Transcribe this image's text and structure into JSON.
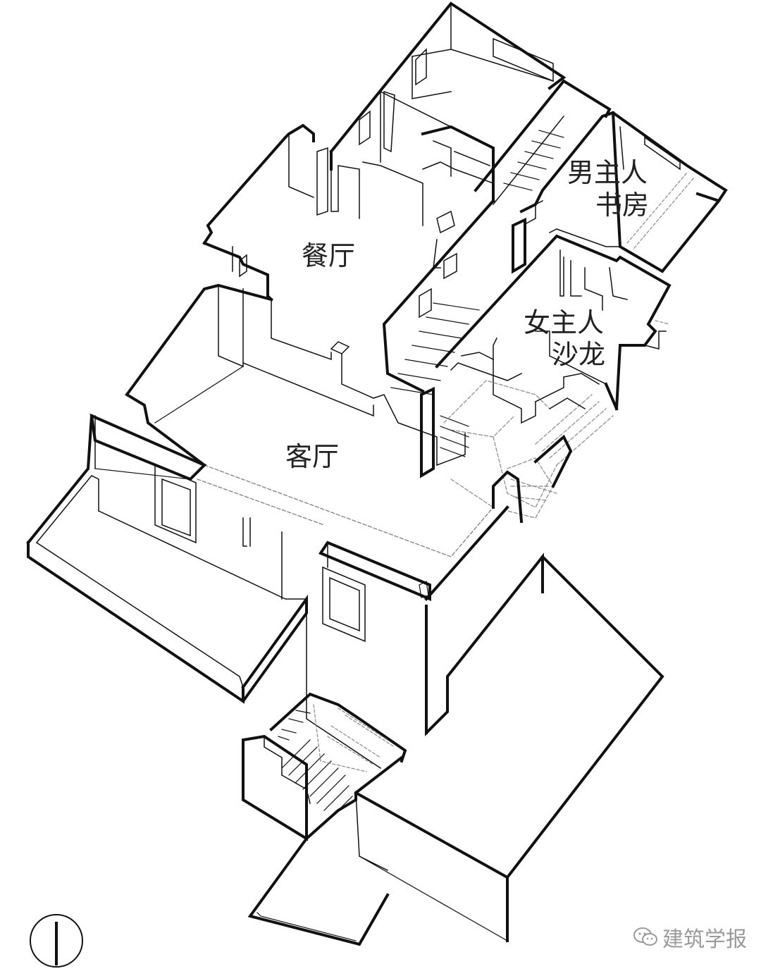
{
  "rooms": {
    "dining": "餐厅",
    "living": "客厅",
    "study_line1": "男主人",
    "study_line2": "书房",
    "salon_line1": "女主人",
    "salon_line2": "沙龙"
  },
  "watermark": {
    "text": "建筑学报",
    "icon": "wechat-icon"
  },
  "north_arrow": {
    "icon": "north-arrow-icon"
  },
  "colors": {
    "line": "#111111",
    "thin": "#333333",
    "dashed": "#999999",
    "text": "#222222",
    "watermark": "#9a9a9a"
  }
}
